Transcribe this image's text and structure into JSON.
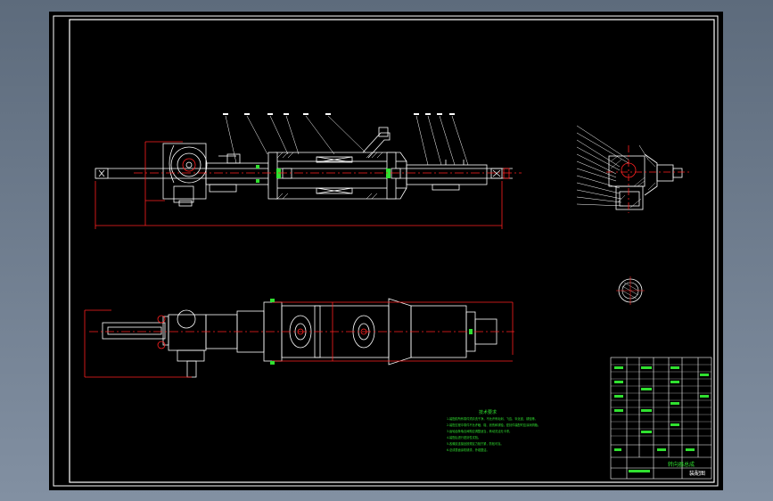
{
  "drawing": {
    "background": "#000000",
    "frame_color": "#ffffff",
    "dimension_color": "#ff2020",
    "note_color": "#30e030",
    "centerline_color": "#ff2020"
  },
  "notes": {
    "heading": "技术要求",
    "lines": [
      "1.装配前所有零件须清洗干净，不允许有毛刺、飞边、氧化皮、锈蚀等。",
      "2.装配过程中零件不允许磕、碰、划伤和锈蚀，密封件装配时应涂润滑脂。",
      "3.齿轮齿条啮合间隙应调整适当，转动灵活无卡滞。",
      "4.装配后进行密封性试验。",
      "5.各螺纹连接处按规定力矩拧紧，防松可靠。",
      "6.总成表面涂防锈漆，外观整洁。"
    ]
  },
  "title_block": {
    "drawing_name": "转向器总成",
    "sheet_label": "装配图"
  }
}
